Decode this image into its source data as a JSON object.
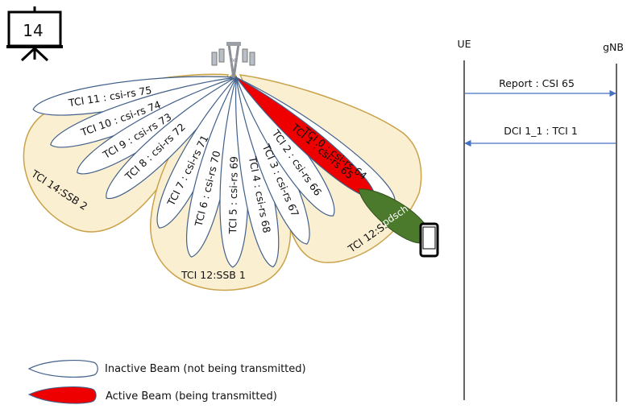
{
  "slide_number": "14",
  "beams": {
    "ssb": [
      {
        "label": "TCI 14:SSB 2"
      },
      {
        "label": "TCI 12:SSB 1"
      },
      {
        "label": "TCI 12:SSB 0"
      }
    ],
    "csi": [
      {
        "label": "TCI 11 : csi-rs 75",
        "active": false
      },
      {
        "label": "TCI 10 : csi-rs 74",
        "active": false
      },
      {
        "label": "TCI 9 : csi-rs 73",
        "active": false
      },
      {
        "label": "TCI 8 : csi-rs 72",
        "active": false
      },
      {
        "label": "TCI 7 : csi-rs 71",
        "active": false
      },
      {
        "label": "TCI 6 : csi-rs 70",
        "active": false
      },
      {
        "label": "TCI 5 : csi-rs 69",
        "active": false
      },
      {
        "label": "TCI 4 : csi-rs 68",
        "active": false
      },
      {
        "label": "TCI 3 : csi-rs 67",
        "active": false
      },
      {
        "label": "TCI 2 : csi-rs 66",
        "active": false
      },
      {
        "label": "TCI 0 : csi-rs 64",
        "active": false
      },
      {
        "label": "TCI 1 : csi-rs 65",
        "active": true
      }
    ],
    "pdsch": {
      "label": "pdsch"
    }
  },
  "sequence": {
    "ue_label": "UE",
    "gnb_label": "gNB",
    "messages": [
      {
        "label": "Report : CSI 65",
        "direction": "UE→gNB"
      },
      {
        "label": "DCI 1_1 : TCI 1",
        "direction": "gNB→UE"
      }
    ]
  },
  "legend": {
    "inactive_label": "Inactive Beam (not being  transmitted)",
    "active_label": "Active Beam (being  transmitted)"
  },
  "colors": {
    "ssb_fill": "#fbefd2",
    "ssb_stroke": "#c9a24a",
    "beam_stroke": "#41608a",
    "active_fill": "#ee0000",
    "pdsch_fill": "#4b7a2c",
    "arrow": "#4472c4"
  }
}
